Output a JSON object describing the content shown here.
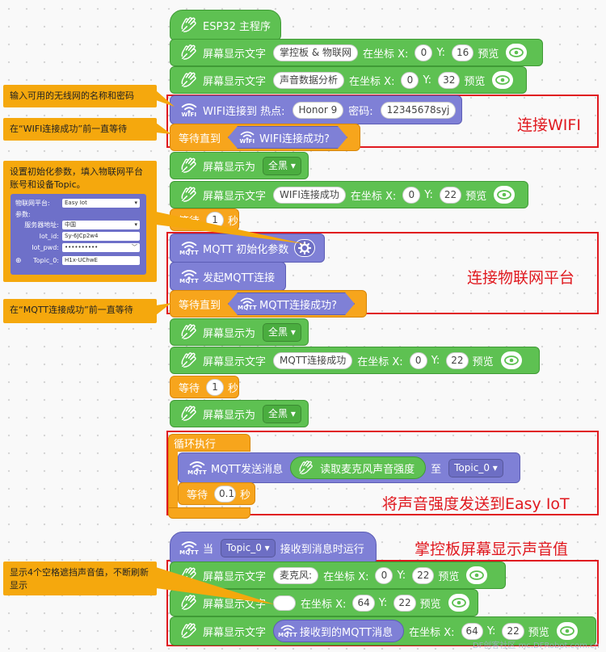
{
  "blocks": {
    "main_program": "ESP32 主程序",
    "display_text_label": "屏幕显示文字",
    "at_coord_label": "在坐标 X:",
    "y_label": "Y:",
    "preview_label": "预览",
    "row1_text": "掌控板 & 物联网",
    "row1_x": "0",
    "row1_y": "16",
    "row2_text": "声音数据分析",
    "row2_x": "0",
    "row2_y": "32",
    "wifi_connect_label": "WIFI连接到 热点:",
    "wifi_ssid": "Honor 9",
    "wifi_password_label": "密码:",
    "wifi_password": "12345678syj",
    "wait_until_label": "等待直到",
    "wifi_connected": "WIFI连接成功?",
    "screen_display_as": "屏幕显示为",
    "all_black": "全黑",
    "row3_text": "WIFI连接成功",
    "row3_x": "0",
    "row3_y": "22",
    "wait_label": "等待",
    "wait_one": "1",
    "seconds_label": "秒",
    "mqtt_init": "MQTT 初始化参数",
    "mqtt_connect": "发起MQTT连接",
    "mqtt_connected": "MQTT连接成功?",
    "row4_text": "MQTT连接成功",
    "row4_x": "0",
    "row4_y": "22",
    "loop_label": "循环执行",
    "mqtt_send": "MQTT发送消息",
    "read_mic": "读取麦克风声音强度",
    "to_label": "至",
    "topic0": "Topic_0",
    "wait_small": "0.1",
    "when_label": "当",
    "receive_label": "接收到消息时运行",
    "row5_text": "麦克风:",
    "row5_x": "0",
    "row5_y": "22",
    "row6_text": "",
    "row6_x": "64",
    "row6_y": "22",
    "mqtt_received": "接收到的MQTT消息",
    "row7_x": "64",
    "row7_y": "22",
    "wifi_icon_label": "WIFI",
    "mqtt_icon_label": "MQTT"
  },
  "annotations": {
    "wifi": "连接WIFI",
    "iot": "连接物联网平台",
    "send": "将声音强度发送到Easy IoT",
    "display": "掌控板屏幕显示声音值"
  },
  "callouts": {
    "c1": "输入可用的无线网的名称和密码",
    "c2": "在“WIFI连接成功”前一直等待",
    "c3": "设置初始化参数，填入物联网平台账号和设备Topic。",
    "c4": "在“MQTT连接成功”前一直等待",
    "c5": "显示4个空格遮挡声音值，不断刷新显示"
  },
  "panel": {
    "platform_label": "物联网平台:",
    "platform_value": "Easy Iot",
    "params_label": "参数:",
    "server_label": "服务器地址:",
    "server_value": "中国",
    "iot_id_label": "Iot_id:",
    "iot_id_value": "Sy-6JCp2w4",
    "iot_pwd_label": "Iot_pwd:",
    "iot_pwd_value": "••••••••••",
    "topic_label": "Topic_0:",
    "topic_value": "H1x-UChwE"
  },
  "watermark": "DF创客社区 mc.DFRobot.com.cn",
  "colors": {
    "green": "#5ec152",
    "purple": "#7f80d6",
    "orange": "#f7a51c",
    "red": "#e0191f",
    "callout": "#f5a80d"
  }
}
